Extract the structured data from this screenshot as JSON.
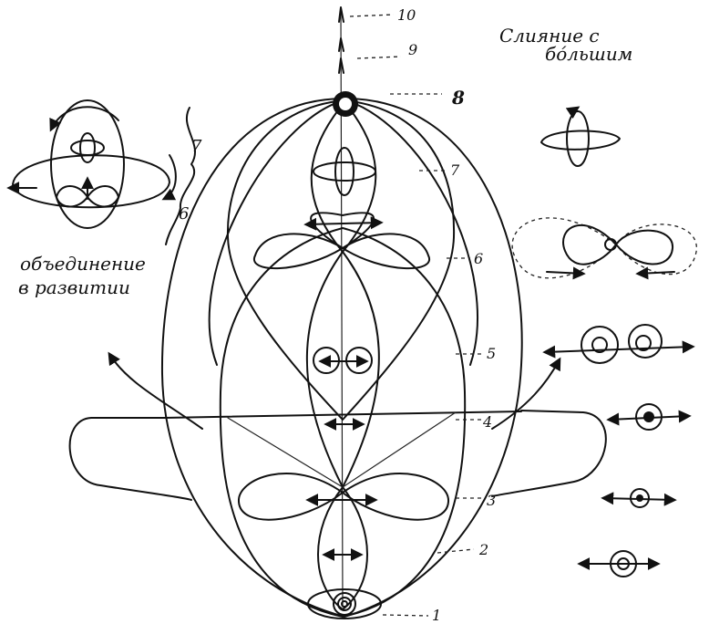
{
  "labels": {
    "title": "Слияние с",
    "title_line2": "бо́льшим",
    "left_note_line1": "объединение",
    "left_note_line2": "в развитии",
    "left_brace_top": "7",
    "left_brace_bottom": "6"
  },
  "levels": [
    "1",
    "2",
    "3",
    "4",
    "5",
    "6",
    "7",
    "8",
    "9",
    "10"
  ],
  "colors": {
    "ink": "#111111",
    "paper": "#ffffff"
  }
}
